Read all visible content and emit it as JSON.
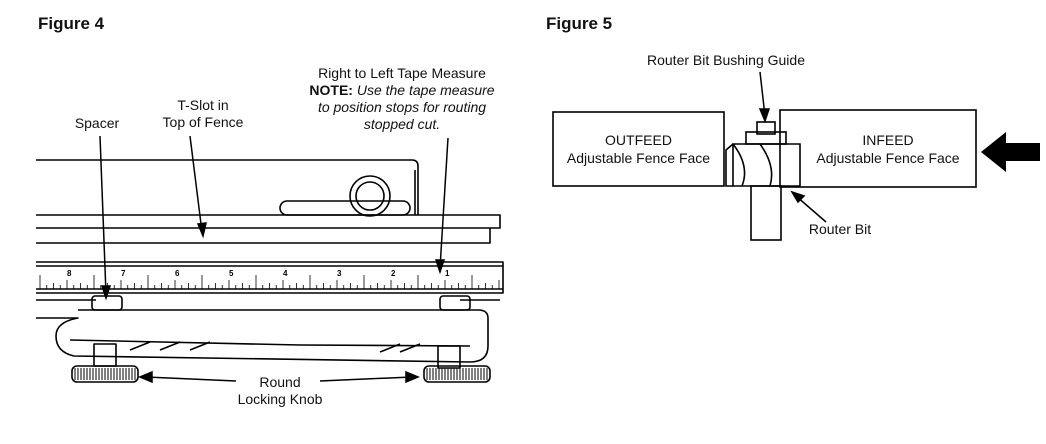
{
  "figure4": {
    "title": "Figure 4",
    "labels": {
      "tape_line1": "Right to Left Tape Measure",
      "tape_note_label": "NOTE:",
      "tape_note_text1": " Use the tape measure",
      "tape_note_text2": "to position stops for routing",
      "tape_note_text3": "stopped cut.",
      "tslot_line1": "T-Slot in",
      "tslot_line2": "Top of Fence",
      "spacer": "Spacer",
      "knob_line1": "Round",
      "knob_line2": "Locking Knob"
    },
    "ruler_numbers": [
      "8",
      "7",
      "6",
      "5",
      "4",
      "3",
      "2",
      "1"
    ]
  },
  "figure5": {
    "title": "Figure 5",
    "labels": {
      "bushing": "Router Bit Bushing Guide",
      "outfeed_line1": "OUTFEED",
      "outfeed_line2": "Adjustable Fence Face",
      "infeed_line1": "INFEED",
      "infeed_line2": "Adjustable Fence Face",
      "router_bit": "Router Bit"
    }
  }
}
